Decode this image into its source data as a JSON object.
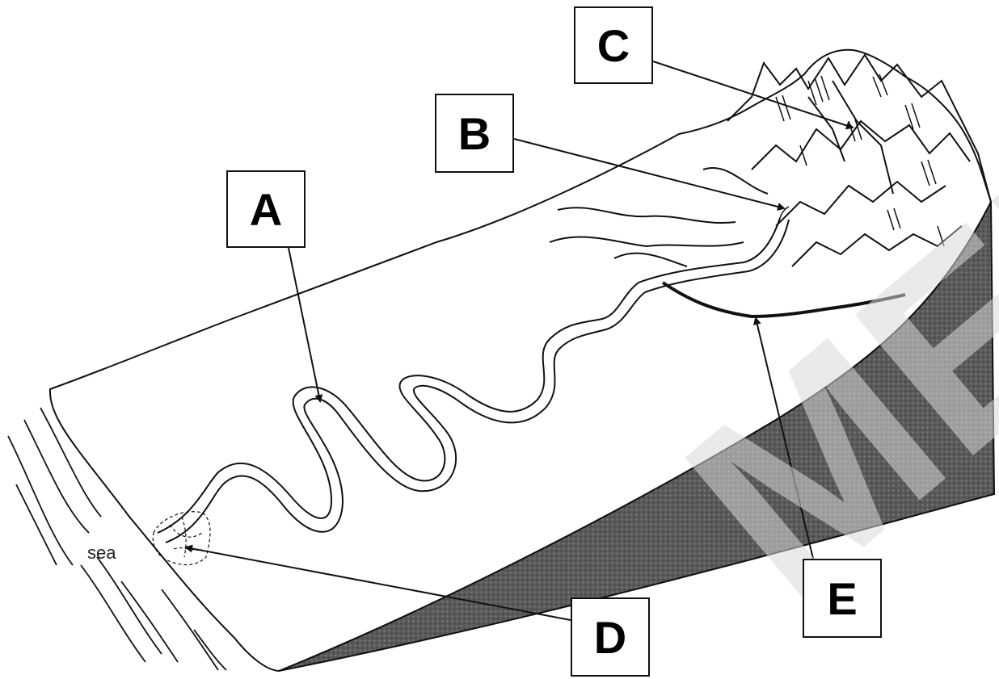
{
  "labels": {
    "a": "A",
    "b": "B",
    "c": "C",
    "d": "D",
    "e": "E"
  },
  "sea_label": "sea",
  "watermark": "MEN"
}
